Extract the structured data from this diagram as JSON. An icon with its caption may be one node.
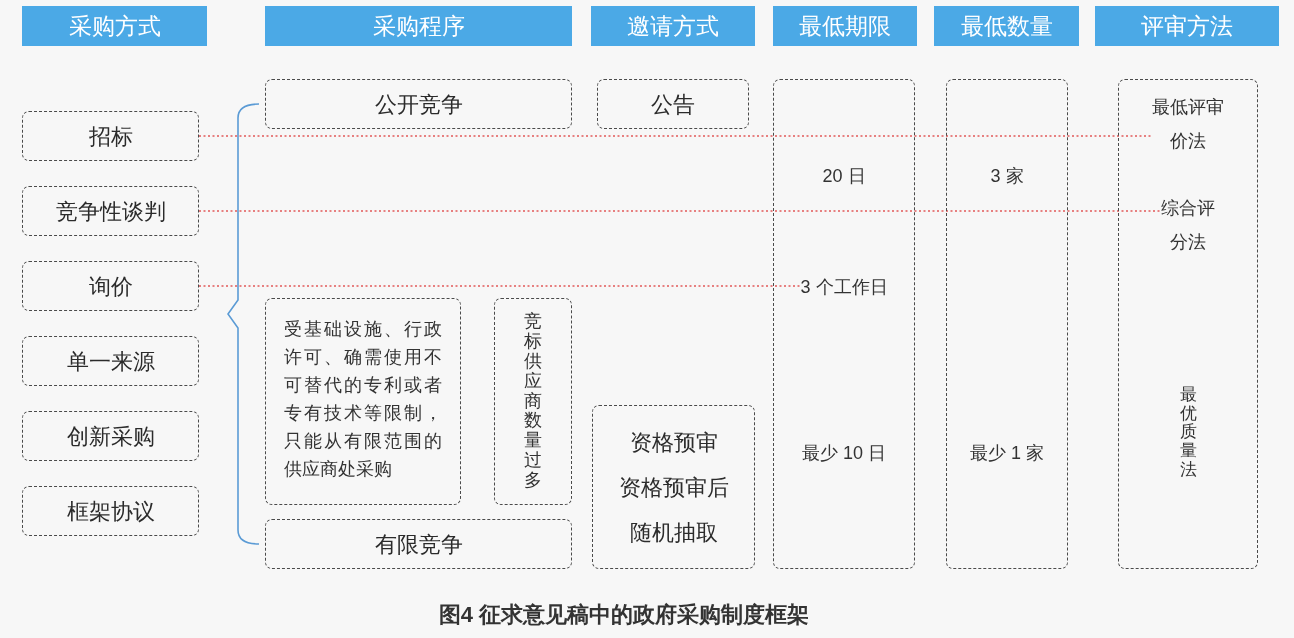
{
  "diagram": {
    "caption": "图4 征求意见稿中的政府采购制度框架",
    "nodes": [
      {
        "text": [
          "采购方式"
        ]
      },
      {
        "text": [
          "采购程序"
        ]
      },
      {
        "text": [
          "邀请方式"
        ]
      },
      {
        "text": [
          "最低期限"
        ]
      },
      {
        "text": [
          "最低数量"
        ]
      },
      {
        "text": [
          "评审方法"
        ]
      },
      {
        "text": [
          "招标"
        ]
      },
      {
        "text": [
          "竞争性谈判"
        ]
      },
      {
        "text": [
          "询价"
        ]
      },
      {
        "text": [
          "单一来源"
        ]
      },
      {
        "text": [
          "创新采购"
        ]
      },
      {
        "text": [
          "框架协议"
        ]
      },
      {
        "text": [
          "公开竞争"
        ]
      },
      {
        "text": [
          "受基础设施、行政许可、确需使用不可替代的专利或者专有技术等限制，只能从有限范围的供应商处采购"
        ]
      },
      {
        "text": [
          "竞标供应商数量过多"
        ]
      },
      {
        "text": [
          "有限竞争"
        ]
      },
      {
        "text": [
          "公告"
        ]
      },
      {
        "text": [
          "资格预审",
          "资格预审后随机抽取"
        ]
      },
      {
        "text": [],
        "shape": "box"
      },
      {
        "text": [
          "20 日"
        ],
        "in": 18
      },
      {
        "text": [
          "3 个工作日"
        ],
        "in": 18
      },
      {
        "text": [
          "最少 10 日"
        ],
        "in": 18
      },
      {
        "text": [],
        "shape": "box"
      },
      {
        "text": [
          "3 家"
        ],
        "in": 22
      },
      {
        "text": [
          "最少 1 家"
        ],
        "in": 22
      },
      {
        "text": [],
        "shape": "box"
      },
      {
        "text": [
          "最低评审价法"
        ],
        "in": 25
      },
      {
        "text": [
          "综合评分法"
        ],
        "in": 25
      },
      {
        "text": [
          "最优质量法"
        ],
        "in": 25
      }
    ],
    "edges": [
      {
        "from": 6,
        "to": 26,
        "arrow": "none",
        "style": "dashed"
      },
      {
        "from": 7,
        "to": 27,
        "arrow": "none",
        "style": "dashed"
      },
      {
        "from": 8,
        "to": 20,
        "arrow": "none",
        "style": "dashed"
      }
    ]
  }
}
